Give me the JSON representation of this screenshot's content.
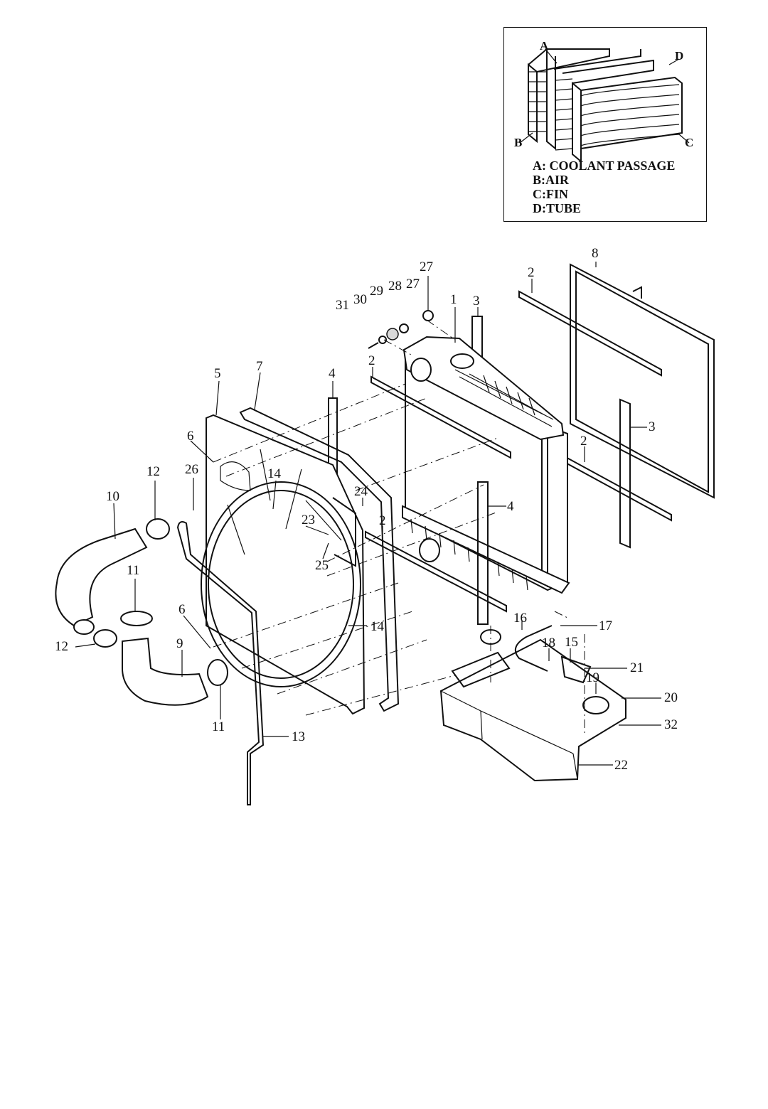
{
  "inset": {
    "corner_labels": {
      "a": "A",
      "b": "B",
      "c": "C",
      "d": "D"
    },
    "legend": [
      "A: COOLANT PASSAGE",
      "B:AIR",
      "C:FIN",
      "D:TUBE"
    ]
  },
  "callouts": [
    {
      "id": "c27a",
      "text": "27"
    },
    {
      "id": "c31",
      "text": "31"
    },
    {
      "id": "c30",
      "text": "30"
    },
    {
      "id": "c29",
      "text": "29"
    },
    {
      "id": "c28",
      "text": "28"
    },
    {
      "id": "c27b",
      "text": "27"
    },
    {
      "id": "c1",
      "text": "1"
    },
    {
      "id": "c3a",
      "text": "3"
    },
    {
      "id": "c2a",
      "text": "2"
    },
    {
      "id": "c8",
      "text": "8"
    },
    {
      "id": "c5",
      "text": "5"
    },
    {
      "id": "c7",
      "text": "7"
    },
    {
      "id": "c4a",
      "text": "4"
    },
    {
      "id": "c2b",
      "text": "2"
    },
    {
      "id": "c3b",
      "text": "3"
    },
    {
      "id": "c2c",
      "text": "2"
    },
    {
      "id": "c6a",
      "text": "6"
    },
    {
      "id": "c12a",
      "text": "12"
    },
    {
      "id": "c26",
      "text": "26"
    },
    {
      "id": "c14a",
      "text": "14"
    },
    {
      "id": "c24",
      "text": "24"
    },
    {
      "id": "c10",
      "text": "10"
    },
    {
      "id": "c23",
      "text": "23"
    },
    {
      "id": "c2d",
      "text": "2"
    },
    {
      "id": "c4b",
      "text": "4"
    },
    {
      "id": "c25",
      "text": "25"
    },
    {
      "id": "c11a",
      "text": "11"
    },
    {
      "id": "c6b",
      "text": "6"
    },
    {
      "id": "c14b",
      "text": "14"
    },
    {
      "id": "c16",
      "text": "16"
    },
    {
      "id": "c17",
      "text": "17"
    },
    {
      "id": "c12b",
      "text": "12"
    },
    {
      "id": "c9",
      "text": "9"
    },
    {
      "id": "c18",
      "text": "18"
    },
    {
      "id": "c15",
      "text": "15"
    },
    {
      "id": "c21",
      "text": "21"
    },
    {
      "id": "c19",
      "text": "19"
    },
    {
      "id": "c20",
      "text": "20"
    },
    {
      "id": "c11b",
      "text": "11"
    },
    {
      "id": "c32",
      "text": "32"
    },
    {
      "id": "c13",
      "text": "13"
    },
    {
      "id": "c22",
      "text": "22"
    }
  ]
}
